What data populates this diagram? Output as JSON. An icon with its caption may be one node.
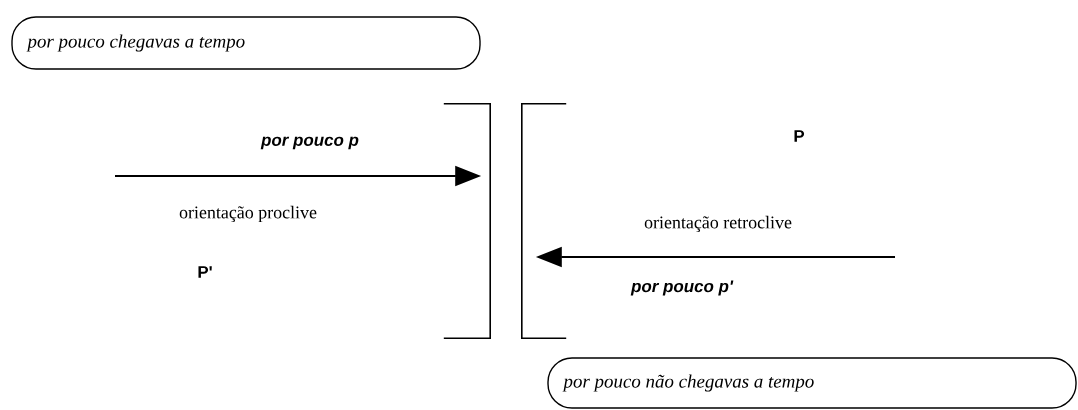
{
  "diagram": {
    "nodes": [
      {
        "text": [
          "por pouco chegavas a tempo"
        ]
      },
      {
        "text": [],
        "shape": "bracket"
      },
      {
        "text": [],
        "shape": "bracket"
      },
      {
        "text": [
          "por pouco não chegavas a tempo"
        ]
      }
    ],
    "edges": [
      {
        "from": null,
        "to": 1,
        "arrow": "to"
      },
      {
        "from": null,
        "to": 2,
        "arrow": "to"
      }
    ],
    "labels": [
      "por pouco p",
      "P",
      "orientação proclive",
      "orientação retroclive",
      "P'",
      "por pouco p'"
    ]
  }
}
